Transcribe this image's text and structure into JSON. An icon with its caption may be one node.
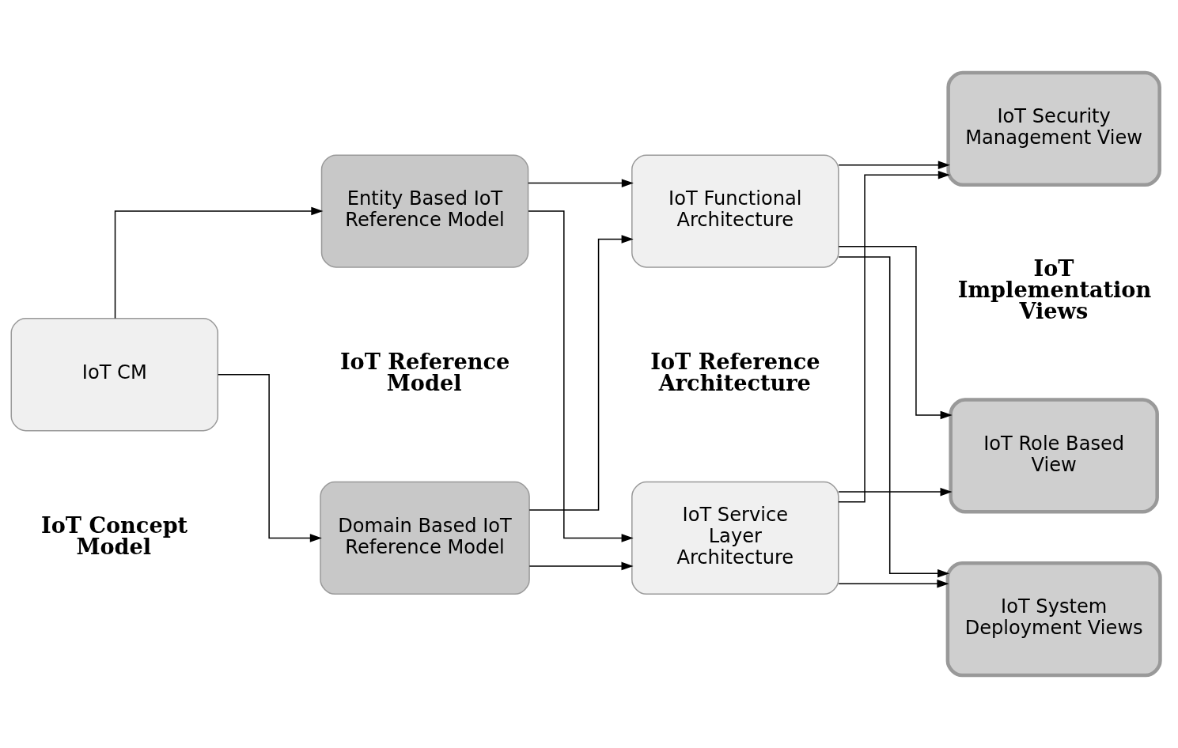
{
  "diagram": {
    "nodes": [
      {
        "text": [
          "IoT CM"
        ]
      },
      {
        "text": [
          "Domain Based IoT Reference Model"
        ]
      },
      {
        "text": [
          "Entity Based IoT Reference Model"
        ]
      },
      {
        "text": [
          "IoT Service Layer Architecture"
        ]
      },
      {
        "text": [
          "IoT Functional Architecture"
        ]
      },
      {
        "text": [
          "IoT Role Based View"
        ]
      },
      {
        "text": [
          "IoT System Deployment Views"
        ]
      },
      {
        "text": [
          "IoT Security Management View"
        ]
      }
    ],
    "edges": [
      {
        "from": 0,
        "to": 1,
        "arrow": "to"
      },
      {
        "from": 0,
        "to": 2,
        "arrow": "to"
      },
      {
        "from": 1,
        "to": 3,
        "arrow": "to"
      },
      {
        "from": 1,
        "to": 4,
        "arrow": "to"
      },
      {
        "from": 2,
        "to": 3,
        "arrow": "to"
      },
      {
        "from": 2,
        "to": 4,
        "arrow": "to"
      },
      {
        "from": 3,
        "to": 5,
        "arrow": "to"
      },
      {
        "from": 3,
        "to": 6,
        "arrow": "to"
      },
      {
        "from": 3,
        "to": 7,
        "arrow": "to"
      },
      {
        "from": 4,
        "to": 5,
        "arrow": "to"
      },
      {
        "from": 4,
        "to": 6,
        "arrow": "to"
      },
      {
        "from": 4,
        "to": 7,
        "arrow": "to"
      }
    ],
    "labels": [
      "IoT Concept Model",
      "IoT Reference Model",
      "IoT Reference Architecture",
      "IoT Implementation Views"
    ]
  }
}
